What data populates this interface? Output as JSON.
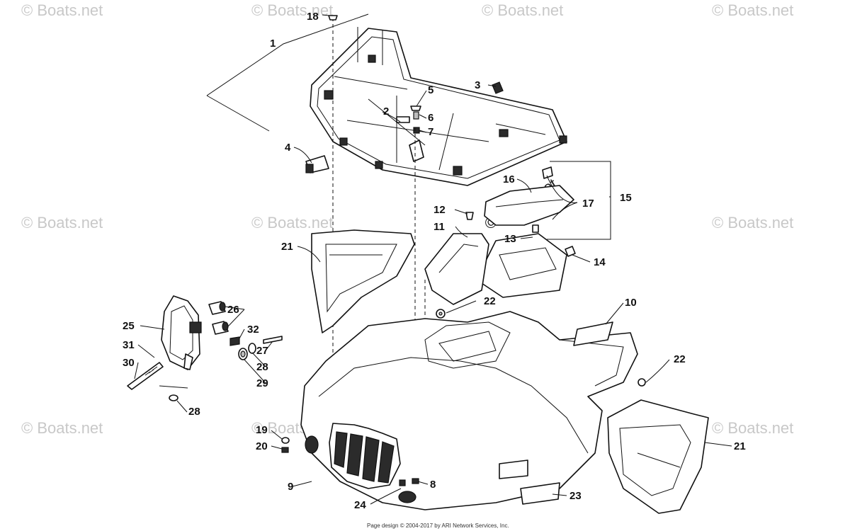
{
  "watermark": {
    "text": "© Boats.net"
  },
  "footer": {
    "credit": "Page design © 2004-2017 by ARI Network Services, Inc."
  },
  "callouts": {
    "c1": "1",
    "c2": "2",
    "c3": "3",
    "c4": "4",
    "c5": "5",
    "c6": "6",
    "c7": "7",
    "c8": "8",
    "c9": "9",
    "c10": "10",
    "c11": "11",
    "c12": "12",
    "c13": "13",
    "c14": "14",
    "c15": "15",
    "c16": "16",
    "c17": "17",
    "c18": "18",
    "c19": "19",
    "c20": "20",
    "c21a": "21",
    "c21b": "21",
    "c22a": "22",
    "c22b": "22",
    "c23": "23",
    "c24": "24",
    "c25": "25",
    "c26": "26",
    "c27": "27",
    "c28a": "28",
    "c28b": "28",
    "c29": "29",
    "c30": "30",
    "c31": "31",
    "c32": "32"
  }
}
